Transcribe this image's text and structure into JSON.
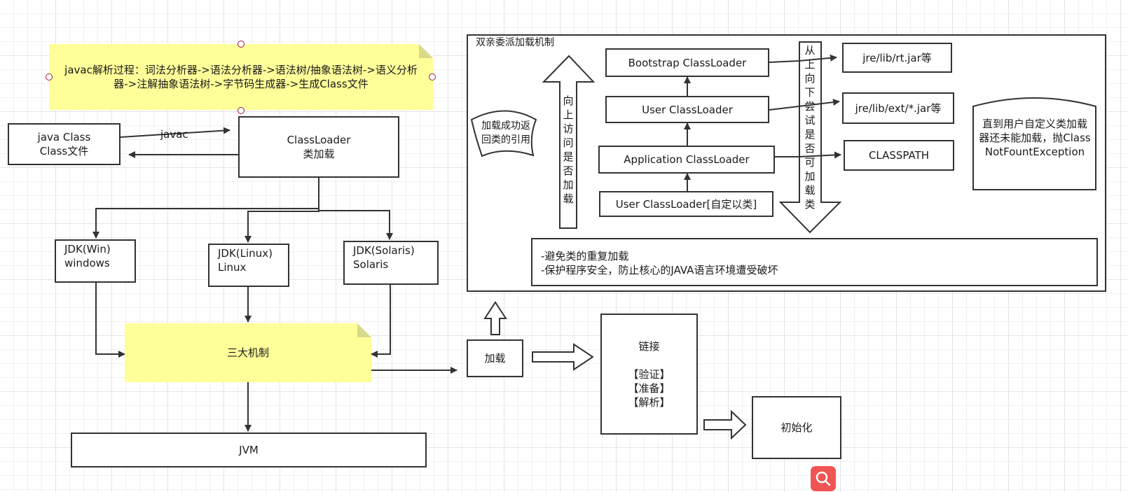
{
  "note_top": {
    "text": "javac解析过程：词法分析器->语法分析器->语法树/抽象语法树->语义分析器->注解抽象语法树->字节码生成器->生成Class文件"
  },
  "java_class": {
    "text": "java Class\nClass文件"
  },
  "javac_label": "javac",
  "classloader": {
    "text": "ClassLoader\n类加载"
  },
  "jdk_win": {
    "text": "JDK(Win)\nwindows"
  },
  "jdk_linux": {
    "text": "JDK(Linux)\nLinux"
  },
  "jdk_solaris": {
    "text": "JDK(Solaris)\nSolaris"
  },
  "mechanism_note": {
    "text": "三大机制"
  },
  "jvm": {
    "text": "JVM"
  },
  "load": {
    "text": "加载"
  },
  "link": {
    "text": "链接\n\n【验证】\n【准备】\n【解析】"
  },
  "init": {
    "text": "初始化"
  },
  "delegation": {
    "title": "双亲委派加载机制",
    "return_ref": "加载成功返\n回类的引用",
    "up_arrow_text": "向上访问是否加载",
    "down_arrow_text": "从上向下尝试是否可加载类",
    "loaders": {
      "bootstrap": "Bootstrap ClassLoader",
      "user": "User ClassLoader",
      "application": "Application ClassLoader",
      "custom": "User ClassLoader[自定以类]"
    },
    "targets": {
      "rt": "jre/lib/rt.jar等",
      "ext": "jre/lib/ext/*.jar等",
      "classpath": "CLASSPATH"
    },
    "exception_note": "直到用户自定义类加载器还未能加载，抛ClassNotFountException",
    "benefits": "-避免类的重复加载\n-保护程序安全，防止核心的JAVA语言环境遭受破坏"
  },
  "colors": {
    "note": "#ffff99",
    "line": "#333333",
    "accent": "#f05454"
  },
  "icons": {
    "search_button": "search-icon"
  }
}
